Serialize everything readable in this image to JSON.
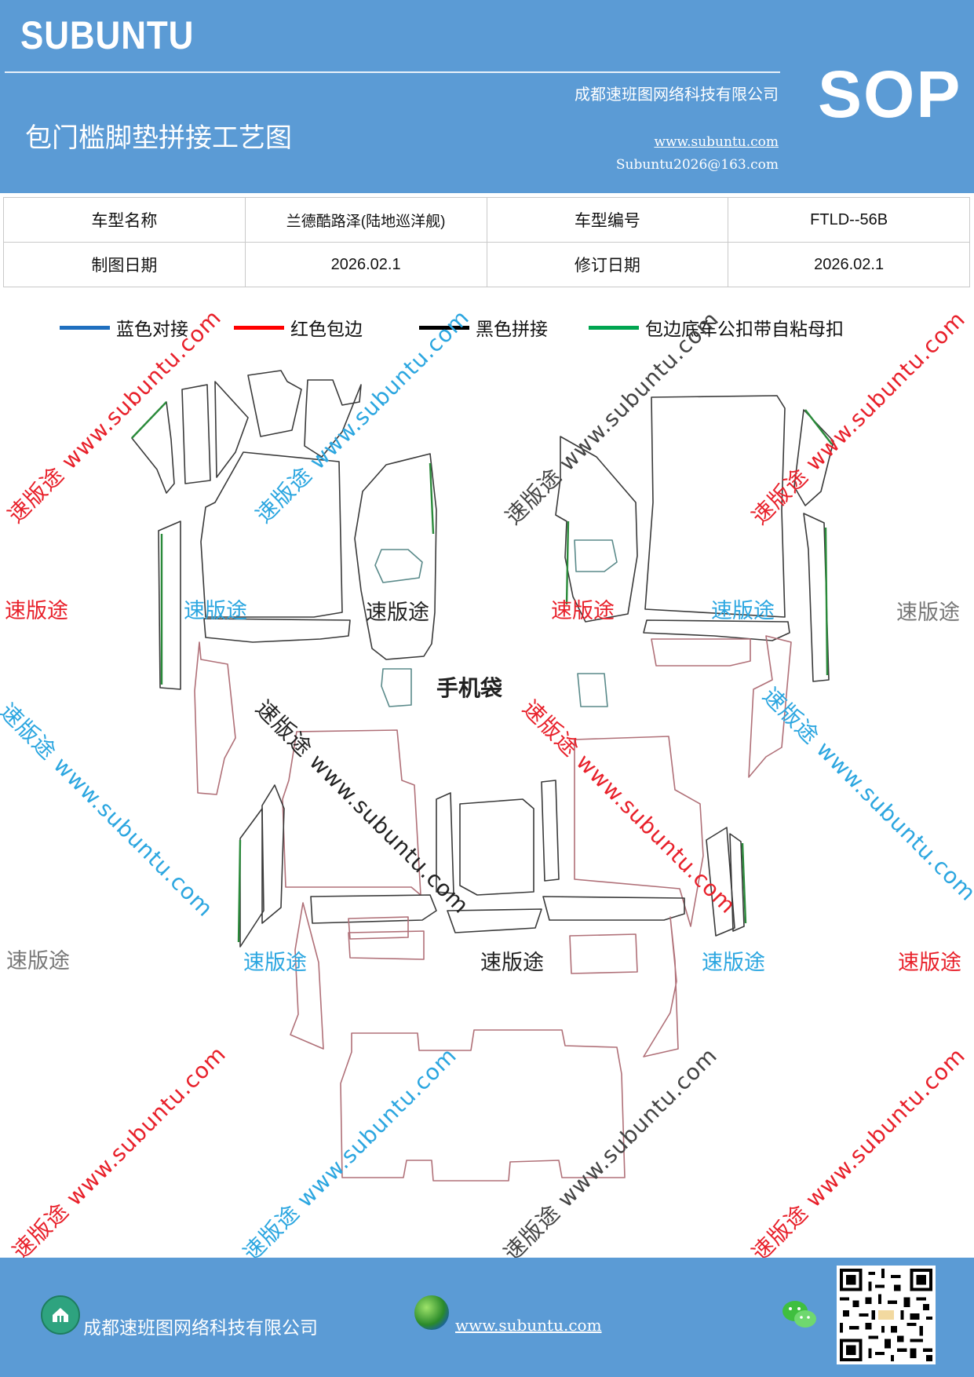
{
  "header": {
    "brand": "SUBUNTU",
    "company": "成都速班图网络科技有限公司",
    "title": "包门槛脚垫拼接工艺图",
    "website": "www.subuntu.com",
    "email": "Subuntu2026@163.com",
    "badge": "SOP"
  },
  "info_table": {
    "model_name_label": "车型名称",
    "model_name_value": "兰德酷路泽(陆地巡洋舰)",
    "model_code_label": "车型编号",
    "model_code_value": "FTLD--56B",
    "draw_date_label": "制图日期",
    "draw_date_value": "2026.02.1",
    "revise_date_label": "修订日期",
    "revise_date_value": "2026.02.1"
  },
  "legend": [
    {
      "label": "蓝色对接",
      "color": "#1f6fbf"
    },
    {
      "label": "红色包边",
      "color": "#ff0000"
    },
    {
      "label": "黑色拼接",
      "color": "#000000"
    },
    {
      "label": "包边底车公扣带自粘母扣",
      "color": "#00a550"
    }
  ],
  "diagram": {
    "pocket_label": "手机袋",
    "outline_colors": {
      "red": "#b07078",
      "black": "#3a3a3a",
      "green": "#2a8a3a",
      "teal": "#5a8a8a"
    }
  },
  "watermarks": {
    "brand_cn": "速版途",
    "url": "www.subuntu.com",
    "colors": {
      "red": "#e8202a",
      "blue": "#2ba6e0",
      "gray": "#777777",
      "black": "#222222"
    }
  },
  "footer": {
    "company": "成都速班图网络科技有限公司",
    "website": "www.subuntu.com"
  },
  "icons": [
    "home-icon",
    "globe-icon",
    "wechat-icon",
    "qr-code"
  ]
}
